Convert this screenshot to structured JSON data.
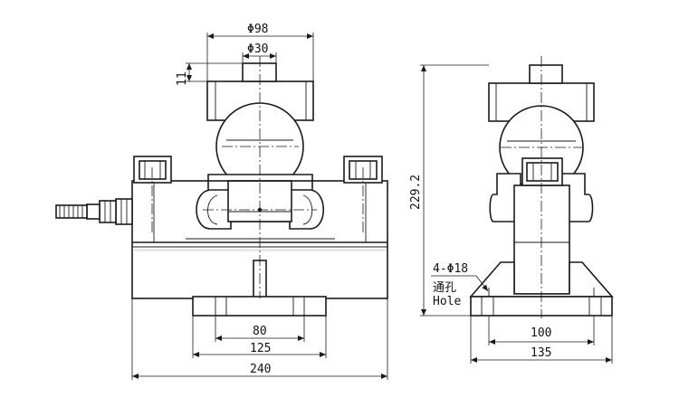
{
  "front_view": {
    "dim_top_plate_diameter": "Φ98",
    "dim_button_diameter": "Φ30",
    "dim_button_height": "11",
    "dim_bolt_spacing": "80",
    "dim_foot_width": "125",
    "dim_overall_length": "240"
  },
  "side_view": {
    "dim_overall_height": "229.2",
    "hole_spec": "4-Φ18",
    "hole_label_cn": "通孔",
    "hole_label_en": "Hole",
    "dim_hole_spacing": "100",
    "dim_base_width": "135"
  }
}
